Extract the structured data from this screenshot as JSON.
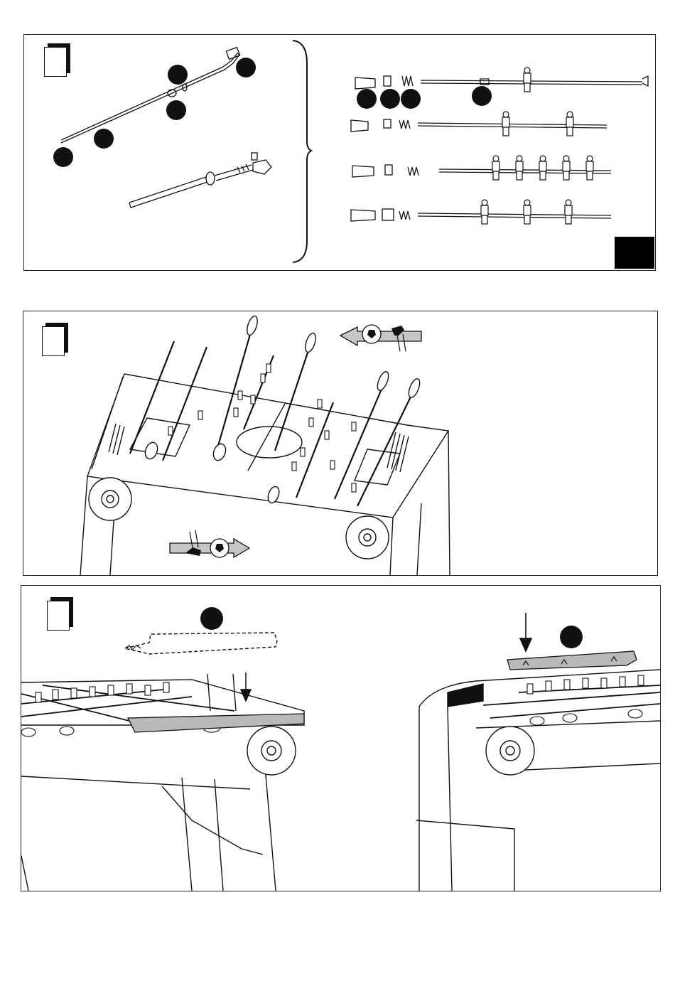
{
  "panels": [
    {
      "id": "rod-parts",
      "step": "",
      "callouts": [
        "",
        "",
        "",
        "",
        "",
        "",
        "",
        "",
        ""
      ],
      "icons": [
        "playing-rod-icon",
        "rod-end-assembly-icon",
        "rod-handle-icon",
        "bumper-icon",
        "spring-icon",
        "player-figure-icon"
      ]
    },
    {
      "id": "table-overview",
      "step": "",
      "icons": [
        "ball-icon",
        "kicking-foot-icon",
        "direction-arrow-icon"
      ]
    },
    {
      "id": "side-rail-install",
      "step": "",
      "callouts": [
        "",
        ""
      ],
      "icons": [
        "side-rail-icon",
        "down-arrow-icon"
      ]
    }
  ],
  "colors": {
    "ink": "#111111",
    "rail_fill": "#b9b9b9",
    "arrow_fill": "#c6c6c6"
  }
}
